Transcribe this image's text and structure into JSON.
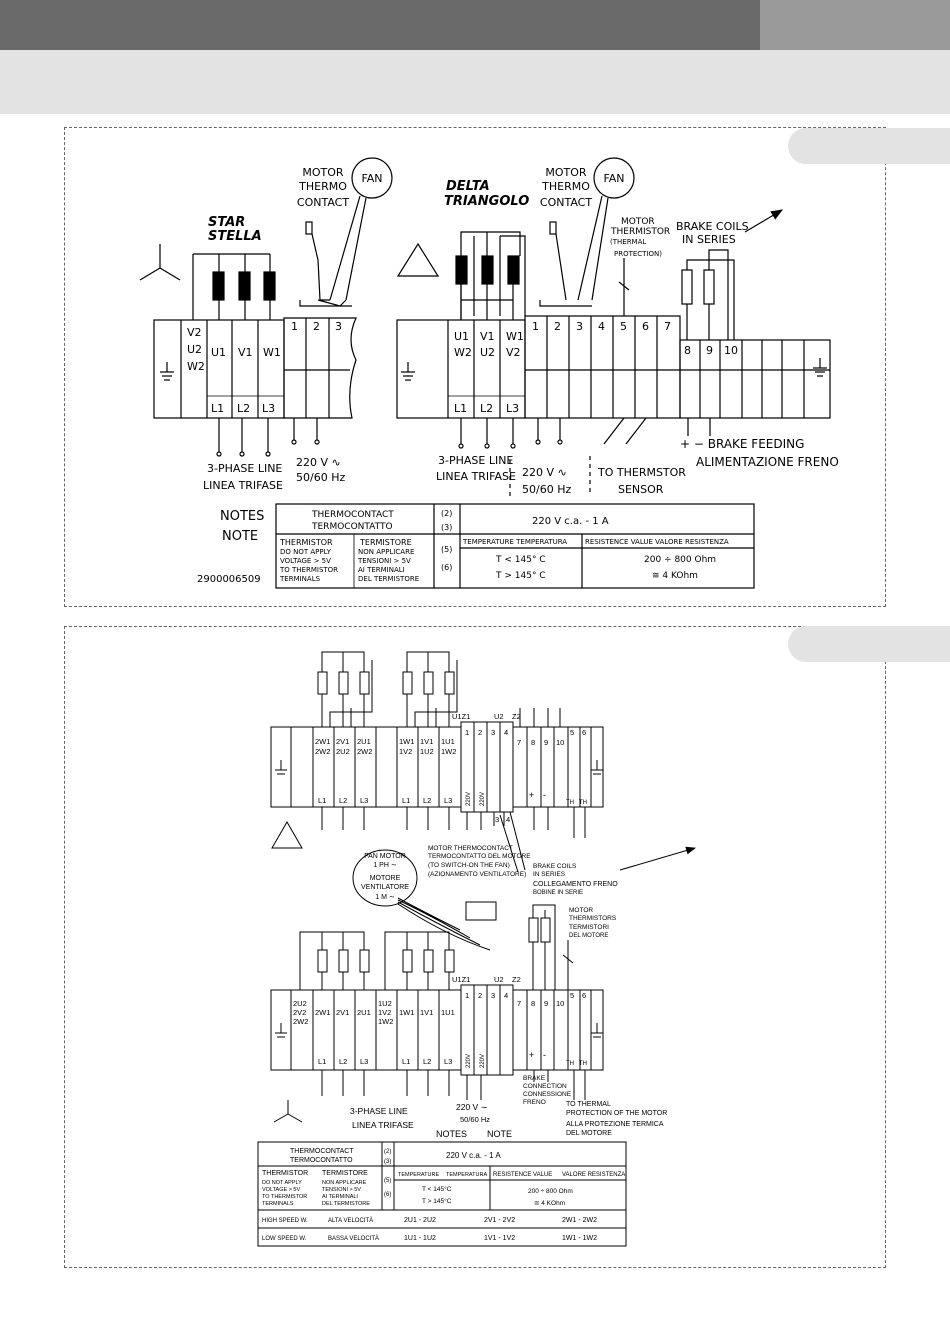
{
  "d1": {
    "star_title": "STAR",
    "star_title2": "STELLA",
    "delta_title": "DELTA",
    "delta_title2": "TRIANGOLO",
    "motor_thermo": [
      "MOTOR",
      "THERMO",
      "CONTACT"
    ],
    "fan": "FAN",
    "star_top": [
      "V2",
      "U2",
      "W2"
    ],
    "star_mid": [
      "U1",
      "V1",
      "W1"
    ],
    "star_bottom": [
      "L1",
      "L2",
      "L3"
    ],
    "num": [
      "1",
      "2",
      "3",
      "4",
      "5",
      "6",
      "7",
      "8",
      "9",
      "10"
    ],
    "delta_mid": [
      "U1",
      "V1",
      "W1"
    ],
    "delta_mid2": [
      "W2",
      "U2",
      "V2"
    ],
    "three_phase": [
      "3-PHASE LINE",
      "LINEA TRIFASE"
    ],
    "v220": [
      "220 V ∿",
      "50/60 Hz"
    ],
    "motor_thermistor": [
      "MOTOR",
      "THERMISTOR",
      "(THERMAL",
      "PROTECTION)"
    ],
    "brake_coils": [
      "BRAKE COILS",
      "IN SERIES"
    ],
    "brake_feeding": [
      "+ − BRAKE FEEDING",
      "ALIMENTAZIONE FRENO"
    ],
    "to_thermistor": [
      "TO THERMSTOR",
      "SENSOR"
    ],
    "notes": [
      "NOTES",
      "NOTE"
    ],
    "code": "2900006509",
    "table": {
      "thermocontact": [
        "THERMOCONTACT",
        "TERMOCONTATTO"
      ],
      "n23": [
        "(2)",
        "(3)"
      ],
      "voltage": "220  V    c.a.     -      1  A",
      "thermistor": "THERMISTOR",
      "termistore": "TERMISTORE",
      "warn_en": [
        "DO NOT APPLY",
        "VOLTAGE > 5V",
        "TO THERMISTOR",
        "TERMINALS"
      ],
      "warn_it": [
        "NON APPLICARE",
        "TENSIONI > 5V",
        "AI TERMINALI",
        "DEL TERMISTORE"
      ],
      "n56": [
        "(5)",
        "(6)"
      ],
      "temp_head": "TEMPERATURE  TEMPERATURA",
      "res_head": "RESISTENCE  VALUE  VALORE  RESISTENZA",
      "temps": [
        "T  <  145° C",
        "T  >  145° C"
      ],
      "res": [
        "200  ÷  800  Ohm",
        "≅  4  KOhm"
      ]
    }
  },
  "d2": {
    "top_tb_a": [
      "2W1",
      "2W2"
    ],
    "top_tb_b": [
      "2V1",
      "2U2"
    ],
    "top_tb_c": [
      "2U1",
      "2W2"
    ],
    "top_tb_d": [
      "1W1",
      "1V2"
    ],
    "top_tb_e": [
      "1V1",
      "1U2"
    ],
    "top_tb_f": [
      "1U1",
      "1W2"
    ],
    "lines": [
      "L1",
      "L2",
      "L3",
      "L1",
      "L2",
      "L3"
    ],
    "u1z1": "U1Z1",
    "u2": "U2",
    "z2": "Z2",
    "nums": [
      "1",
      "2",
      "3",
      "4",
      "7",
      "8",
      "9",
      "10",
      "5",
      "6",
      "3",
      "4"
    ],
    "v220v": "220V",
    "pm": [
      "+",
      "-"
    ],
    "th": "TH",
    "fan_motor": [
      "FAN MOTOR",
      "1 PH ∼",
      "MOTORE",
      "VENTILATORE",
      "1 M ∼"
    ],
    "motor_thermo": [
      "MOTOR THERMOCONTACT",
      "TERMOCONTATTO DEL MOTORE",
      "(TO SWITCH-ON THE FAN)",
      "(AZIONAMENTO VENTILATORE)"
    ],
    "brake_coils": [
      "BRAKE COILS",
      "IN SERIES",
      "COLLEGAMENTO FRENO",
      "BOBINE IN SERIE"
    ],
    "motor_thermistors": [
      "MOTOR",
      "THERMISTORS",
      "TERMISTORI",
      "DEL MOTORE"
    ],
    "bot_tb_a": [
      "2U2",
      "2V2",
      "2W2"
    ],
    "bot_tb_b": [
      "2W1",
      "2V1",
      "2U1"
    ],
    "bot_tb_c": [
      "1U2",
      "1V2",
      "1W2"
    ],
    "bot_tb_d": [
      "1W1",
      "1V1",
      "1U1"
    ],
    "brake_conn": [
      "BRAKE",
      "CONNECTION",
      "CONNESSIONE",
      "FRENO"
    ],
    "three_phase": [
      "3-PHASE LINE",
      "LINEA TRIFASE"
    ],
    "v220": [
      "220 V ∼",
      "50/60 Hz"
    ],
    "to_thermal": [
      "TO THERMAL",
      "PROTECTION OF THE MOTOR",
      "ALLA PROTEZIONE TERMICA",
      "DEL MOTORE"
    ],
    "notes": "NOTES",
    "note": "NOTE",
    "table": {
      "thermocontact": [
        "THERMOCONTACT",
        "TERMOCONTATTO"
      ],
      "n23": [
        "(2)",
        "(3)"
      ],
      "voltage": "220 V  c.a.  -  1 A",
      "thermistor": "THERMISTOR",
      "termistore": "TERMISTORE",
      "warn_en": [
        "DO NOT APPLY",
        "VOLTAGE > 5V",
        "TO THERMISTOR",
        "TERMINALS"
      ],
      "warn_it": [
        "NON APPLICARE",
        "TENSIONI > 5V",
        "AI TERMINALI",
        "DEL TERMISTORE"
      ],
      "n56": [
        "(5)",
        "(6)"
      ],
      "temp_head": [
        "TEMPERATURE",
        "TEMPERATURA"
      ],
      "res_head": [
        "RESISTENCE VALUE",
        "VALORE RESISTENZA"
      ],
      "temps": [
        "T < 145°C",
        "T > 145°C"
      ],
      "res": [
        "200 ÷ 800 Ohm",
        "≅ 4 KOhm"
      ],
      "high": [
        "HIGH SPEED W.",
        "ALTA VELOCITÀ",
        "2U1 - 2U2",
        "2V1 - 2V2",
        "2W1 - 2W2"
      ],
      "low": [
        "LOW SPEED W.",
        "BASSA VELOCITÀ",
        "1U1 - 1U2",
        "1V1 - 1V2",
        "1W1 - 1W2"
      ]
    }
  }
}
